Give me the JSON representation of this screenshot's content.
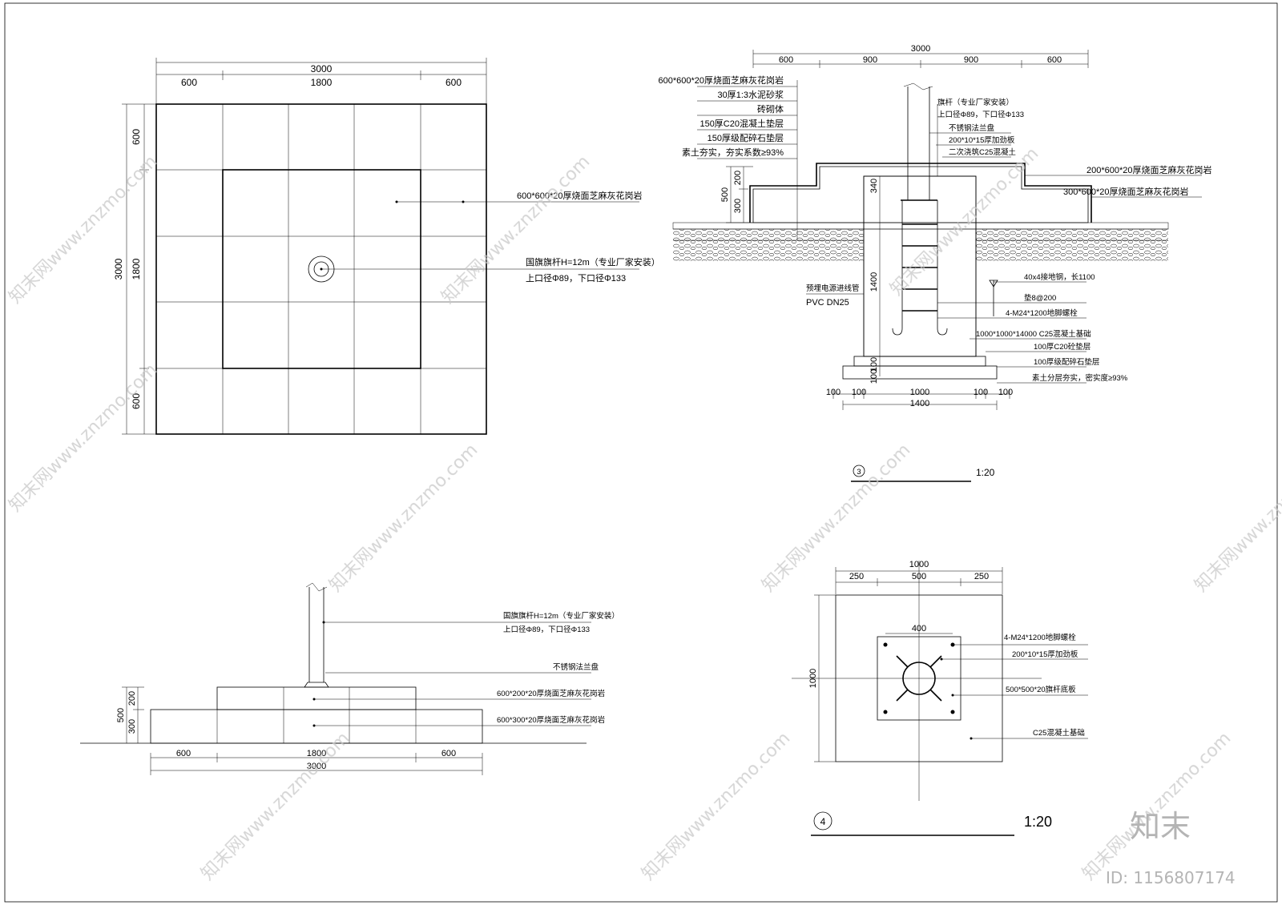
{
  "plan": {
    "dims_top": {
      "total": "3000",
      "a": "600",
      "b": "1800",
      "c": "600"
    },
    "dims_left": {
      "total": "3000",
      "mid": "1800",
      "a": "600",
      "c": "600"
    },
    "label_paving": "600*600*20厚烧面芝麻灰花岗岩",
    "label_pole_1": "国旗旗杆H=12m（专业厂家安装）",
    "label_pole_2": "上口径Φ89，下口径Φ133"
  },
  "section3": {
    "dims_top": {
      "total": "3000",
      "a": "600",
      "b": "900",
      "c": "900",
      "d": "600"
    },
    "left_labels": [
      "600*600*20厚烧面芝麻灰花岗岩",
      "30厚1:3水泥砂浆",
      "砖砌体",
      "150厚C20混凝土垫层",
      "150厚级配碎石垫层",
      "素土夯实，夯实系数≥93%"
    ],
    "left_dims": {
      "total": "500",
      "upper": "200",
      "lower": "300"
    },
    "mid_dims": {
      "a": "340",
      "b": "1400",
      "c": "100",
      "d": "100"
    },
    "right_top_labels": [
      "旗杆（专业厂家安装）",
      "上口径Φ89，下口径Φ133",
      "不锈钢法兰盘",
      "200*10*15厚加劲板",
      "二次浇筑C25混凝土"
    ],
    "right_side_labels": [
      "200*600*20厚烧面芝麻灰花岗岩",
      "300*600*20厚烧面芝麻灰花岗岩"
    ],
    "right_lower_labels": [
      "40x4接地钢，长1100",
      "垫8@200",
      "4-M24*1200地脚螺栓",
      "1000*1000*14000 C25混凝土基础",
      "100厚C20砼垫层",
      "100厚级配碎石垫层",
      "素土分层夯实，密实度≥93%"
    ],
    "conduit_labels": [
      "预埋电源进线管",
      "PVC DN25"
    ],
    "bottom_dims": {
      "a": "100",
      "b": "100",
      "c": "1000",
      "d": "100",
      "e": "100",
      "total": "1400"
    },
    "number": "3",
    "scale": "1:20"
  },
  "elevation": {
    "labels": [
      "国旗旗杆H=12m（专业厂家安装）",
      "上口径Φ89，下口径Φ133",
      "不锈钢法兰盘",
      "600*200*20厚烧面芝麻灰花岗岩",
      "600*300*20厚烧面芝麻灰花岗岩"
    ],
    "left_dims": {
      "total": "500",
      "upper": "200",
      "lower": "300"
    },
    "bottom_dims": {
      "a": "600",
      "b": "1800",
      "c": "600",
      "total": "3000"
    }
  },
  "detail4": {
    "dims_top": {
      "total": "1000",
      "a": "250",
      "b": "500",
      "c": "250"
    },
    "dim_inner": "400",
    "dim_left": "1000",
    "labels": [
      "4-M24*1200地脚螺栓",
      "200*10*15厚加劲板",
      "500*500*20旗杆底板",
      "C25混凝土基础"
    ],
    "number": "4",
    "scale": "1:20"
  },
  "watermark": {
    "site": "知末网www.znzmo.com",
    "brand": "知末",
    "id": "ID: 1156807174"
  }
}
